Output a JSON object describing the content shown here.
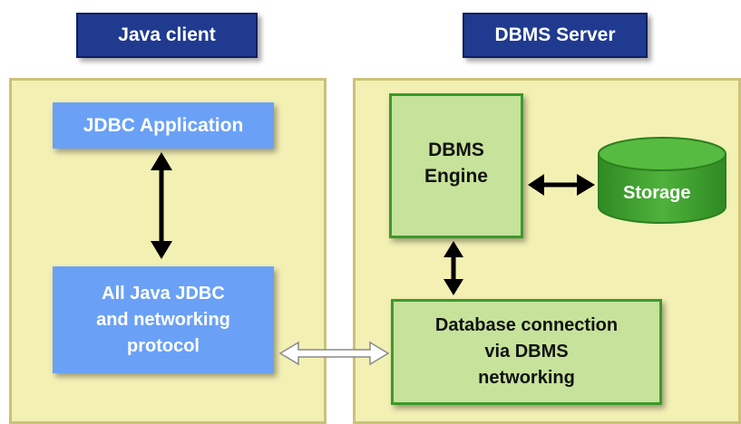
{
  "titles": {
    "java_client": "Java client",
    "dbms_server": "DBMS Server"
  },
  "client": {
    "jdbc_application": "JDBC Application",
    "jdbc_protocol": "All Java JDBC\nand networking\nprotocol"
  },
  "server": {
    "engine": "DBMS\nEngine",
    "storage": "Storage",
    "db_connection": "Database connection\nvia DBMS\nnetworking"
  },
  "colors": {
    "title_bg": "#1f3a8f",
    "panel_bg": "#f3f0b4",
    "blue_box": "#6aa1f6",
    "green_box": "#c6e29b",
    "green_border": "#3a9a2a",
    "storage": "#3f9b2f"
  }
}
